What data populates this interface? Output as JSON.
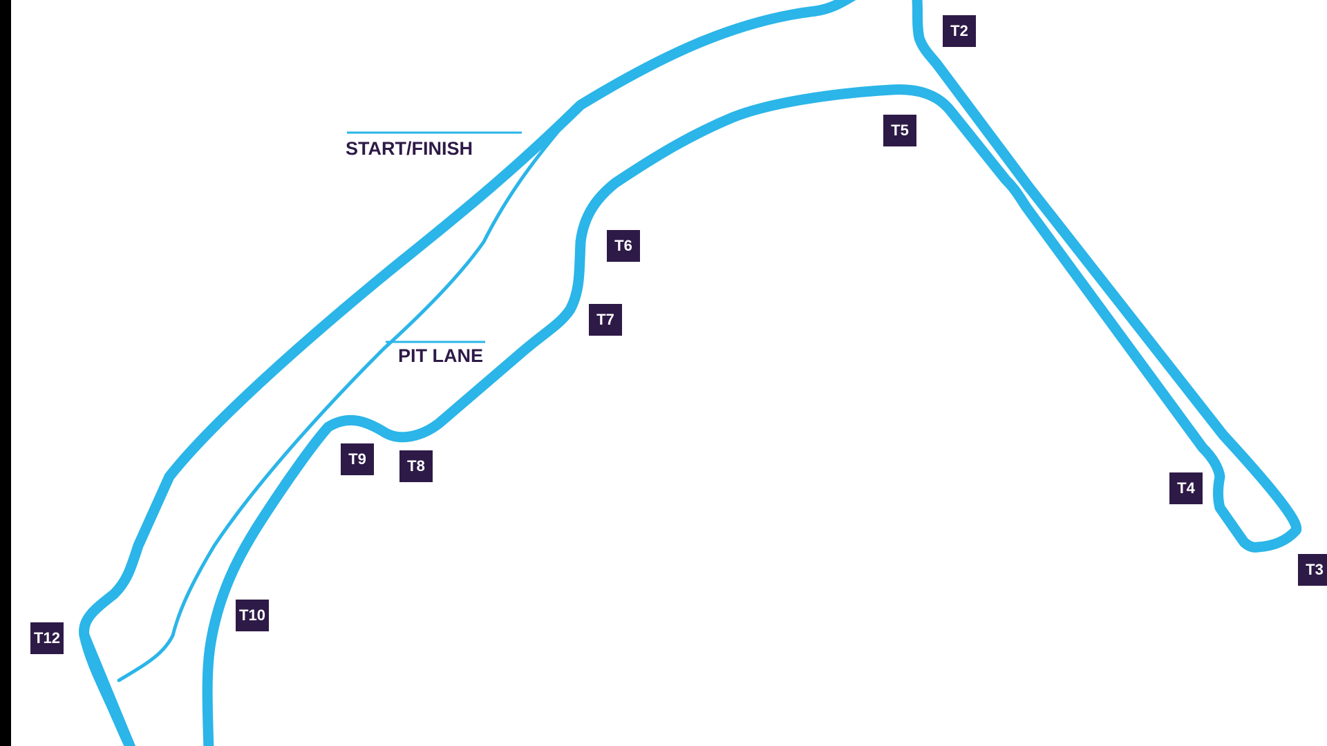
{
  "map": {
    "colors": {
      "track": "#2bb5e8",
      "marker_background": "#2e1a47",
      "marker_text": "#ffffff",
      "label_text": "#2e1a47",
      "background": "#ffffff"
    },
    "labels": {
      "start_finish": "START/FINISH",
      "pit_lane": "PIT LANE"
    },
    "turns": [
      {
        "id": "t2",
        "label": "T2"
      },
      {
        "id": "t3",
        "label": "T3"
      },
      {
        "id": "t4",
        "label": "T4"
      },
      {
        "id": "t5",
        "label": "T5"
      },
      {
        "id": "t6",
        "label": "T6"
      },
      {
        "id": "t7",
        "label": "T7"
      },
      {
        "id": "t8",
        "label": "T8"
      },
      {
        "id": "t9",
        "label": "T9"
      },
      {
        "id": "t10",
        "label": "T10"
      },
      {
        "id": "t12",
        "label": "T12"
      }
    ]
  }
}
